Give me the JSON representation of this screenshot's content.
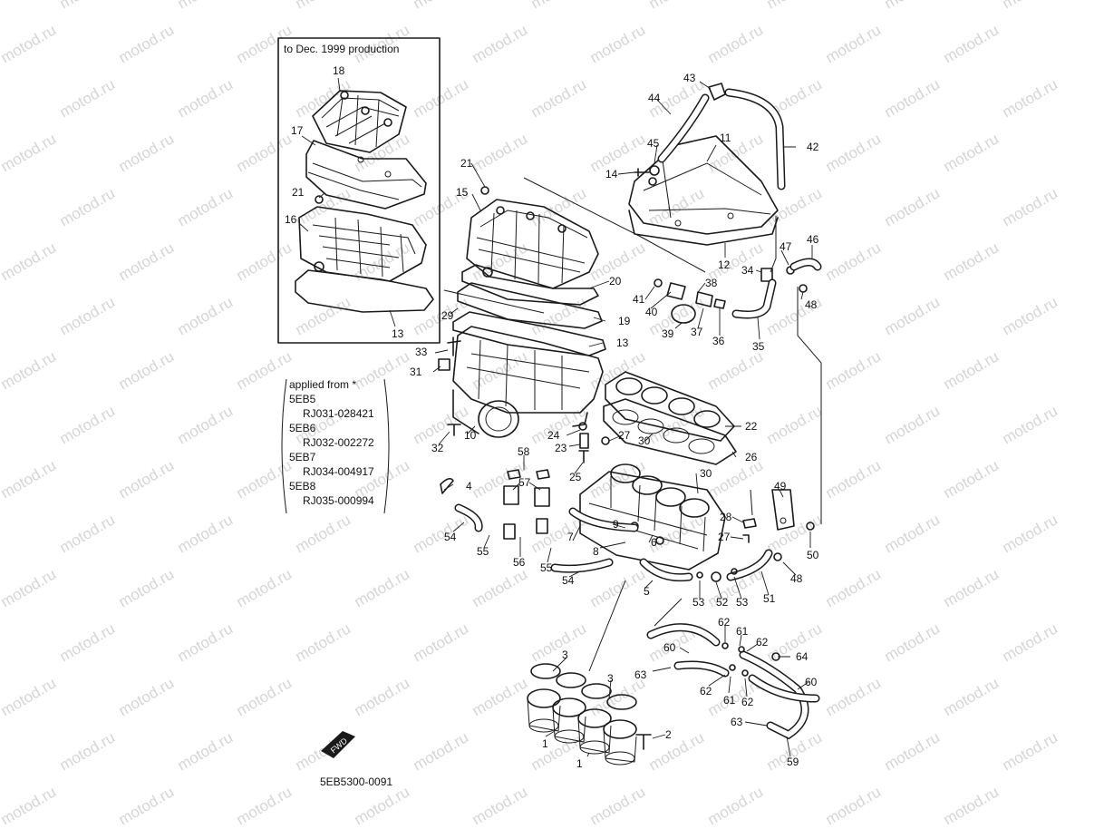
{
  "watermark": "motod.ru",
  "inset_label": "to Dec. 1999 production",
  "applied_note": {
    "heading": "applied from  *",
    "models": [
      {
        "model": "5EB5",
        "range": "RJ031-028421"
      },
      {
        "model": "5EB6",
        "range": "RJ032-002272"
      },
      {
        "model": "5EB7",
        "range": "RJ034-004917"
      },
      {
        "model": "5EB8",
        "range": "RJ035-000994"
      }
    ]
  },
  "fwd_label": "FWD",
  "diagram_code": "5EB5300-0091",
  "callouts": {
    "c18": "18",
    "c17": "17",
    "c21a": "21",
    "c16": "16",
    "c13a": "13",
    "c21b": "21",
    "c15": "15",
    "c20": "20",
    "c19": "19",
    "c29": "29",
    "c13b": "13",
    "c33": "33",
    "c31": "31",
    "c32": "32",
    "c10": "10",
    "c24": "24",
    "c23": "23",
    "c25": "25",
    "c43": "43",
    "c44": "44",
    "c45": "45",
    "c14": "14",
    "c11": "11",
    "c42": "42",
    "c12": "12",
    "c47": "47",
    "c46": "46",
    "c34": "34",
    "c48a": "48",
    "c41": "41",
    "c40": "40",
    "c38": "38",
    "c39": "39",
    "c37": "37",
    "c36": "36",
    "c35": "35",
    "c22": "22",
    "c27a": "27",
    "c30a": "30",
    "c26": "26",
    "c30b": "30",
    "c58": "58",
    "c57": "57",
    "c4": "4",
    "c49": "49",
    "c28": "28",
    "c27b": "27",
    "c50": "50",
    "c48b": "48",
    "c9": "9",
    "c7": "7",
    "c8": "8",
    "c6": "6",
    "c54a": "54",
    "c55a": "55",
    "c56": "56",
    "c55b": "55",
    "c54b": "54",
    "c5": "5",
    "c53a": "53",
    "c52": "52",
    "c53b": "53",
    "c51": "51",
    "c62a": "62",
    "c61a": "61",
    "c62b": "62",
    "c60a": "60",
    "c63a": "63",
    "c64": "64",
    "c60b": "60",
    "c62c": "62",
    "c61b": "61",
    "c62d": "62",
    "c63b": "63",
    "c59": "59",
    "c3a": "3",
    "c3b": "3",
    "c2": "2",
    "c1a": "1",
    "c1b": "1"
  }
}
